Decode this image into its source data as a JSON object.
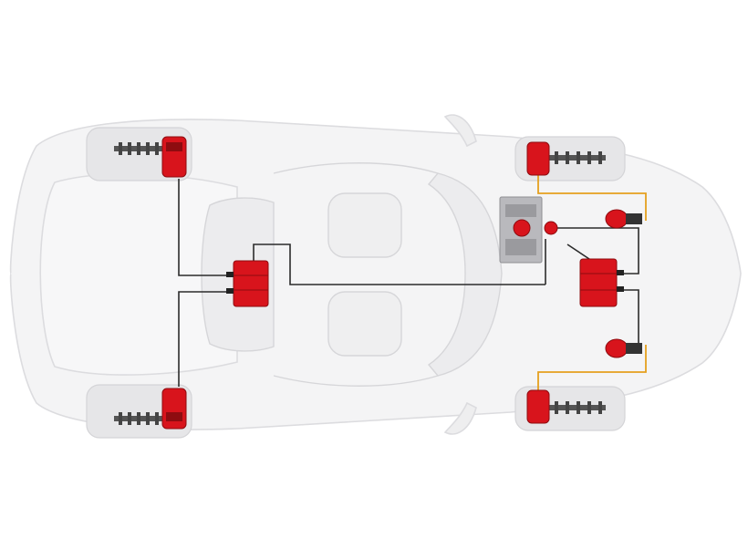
{
  "image": {
    "subject": "car-brake-by-wire-layout",
    "view": "top-down"
  },
  "colors": {
    "background": "#ffffff",
    "body_fill": "#f4f4f5",
    "body_stroke": "#dcdcdf",
    "glass": "#ececee",
    "tire": "#e6e6e8",
    "component_red": "#d8141c",
    "component_red_dark": "#8e0c10",
    "wire_dark": "#2b2b2b",
    "wire_orange": "#e5a01e",
    "module_grey": "#b9b9bd"
  },
  "components": [
    "brake-caliper-rear-left",
    "brake-caliper-rear-right",
    "brake-caliper-front-left",
    "brake-caliper-front-right",
    "control-unit-rear",
    "control-unit-front",
    "pedal-module",
    "brake-motor-front-left",
    "brake-motor-front-right"
  ]
}
